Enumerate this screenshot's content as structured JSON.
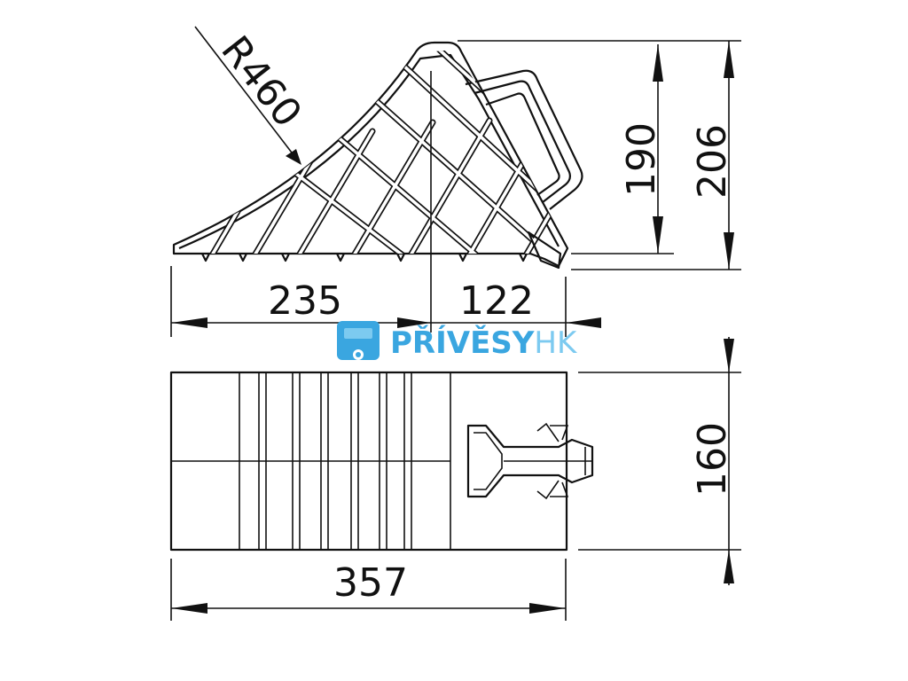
{
  "drawing": {
    "radius_label": "R460",
    "side_view": {
      "height_inner": "190",
      "height_total": "206",
      "length_front": "235",
      "length_rear": "122"
    },
    "top_view": {
      "width": "160",
      "length_total": "357"
    }
  },
  "logo": {
    "brand_main": "PŘÍVĚSY",
    "brand_suffix": "HK",
    "color_primary": "#3aa6e0",
    "color_secondary": "#7ccaf0",
    "icon": "trailer-icon"
  }
}
